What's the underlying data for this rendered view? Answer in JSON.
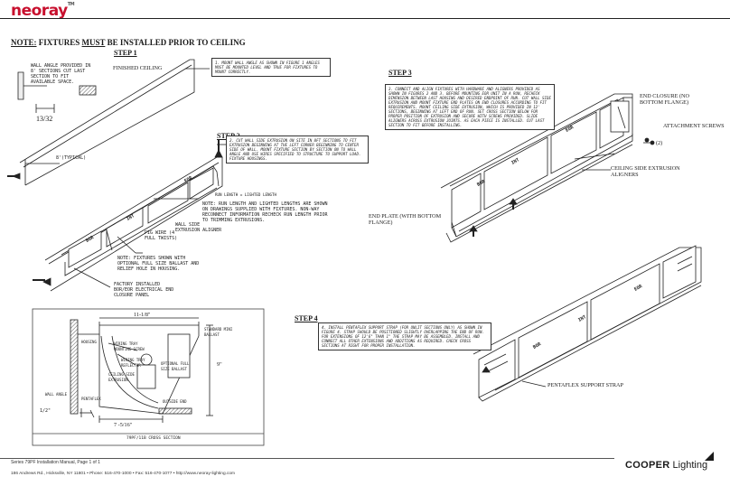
{
  "brand": {
    "logo": "neoray",
    "mark": "TM",
    "company": "COOPER",
    "company_suffix": "Lighting"
  },
  "note": {
    "prefix": "NOTE:",
    "text_a": " FIXTURES ",
    "must": "MUST",
    "text_b": " BE INSTALLED PRIOR TO CEILING"
  },
  "step1": {
    "title": "STEP 1",
    "instruction": "1. MOUNT WALL ANGLE AS SHOWN IN FIGURE 1 ANGLES MUST BE MOUNTED LEVEL AND TRUE FOR FIXTURES TO MOUNT CORRECTLY.",
    "wall_angle": "WALL ANGLE PROVIDED IN 8' SECTIONS CUT LAST SECTION TO FIT AVAILABLE SPACE.",
    "finished_ceiling": "FINISHED CEILING",
    "dimension": "13/32",
    "typical": "8'(TYPICAL)"
  },
  "step2": {
    "title": "STEP 2",
    "instruction": "2. CUT WALL SIDE EXTRUSION ON SITE IN 8FT SECTIONS TO FIT EXTRUSION BEGINNING AT THE LEFT CORNER BEGINNING TO CENTER SIDE OF WALL. MOUNT FIXTURE SECTION BY SECTION ON TO WALL ANGLE AND USE WIRES SPECIFIED TO STRUCTURE TO SUPPORT LOAD. FIXTURE HOUSINGS.",
    "run_length": "RUN LENGTH  =  LIGHTED LENGTH",
    "note_run": "NOTE: RUN LENGTH AND LIGHTED LENGTHS ARE SHOWN ON DRAWINGS SUPPLIED WITH FIXTURES. NON-WAY RECONNECT INFORMATION RECHECK RUN LENGTH PRIOR TO TRIMMING EXTRUSIONS.",
    "wall_side": "WALL SIDE EXTRUSION ALIGNER",
    "pig_wire": "PIG WIRE (4 FULL TWISTS)",
    "note_fixtures": "NOTE: FIXTURES SHOWN WITH OPTIONAL FULL SIZE BALLAST AND RELIEF HOLE IN HOUSING.",
    "factory": "FACTORY INSTALLED BOR/EOR ELECTRICAL END CLOSURE PANEL",
    "bor": "BOR",
    "int": "INT",
    "eor": "EOR"
  },
  "step3": {
    "title": "STEP 3",
    "instruction": "3. CONNECT AND ALIGN FIXTURES WITH HARDWARE AND ALIGNERS PROVIDED AS SHOWN IN FIGURES 2 AND 3. BEFORE MOUNTING EOR UNIT IN A RUN, RECHECK DIMENSION BETWEEN LAST HOUSING AND DESIRED ENDPOINT OF RUN. CUT WALL SIDE EXTRUSION AND MOUNT FIXTURE END PLATES ON END CLOSURES ACCORDING TO FIT REQUIREMENTS. MOUNT CEILING SIDE EXTRUSION, WHICH IS PROVIDED IN 12' SECTIONS, BEGINNING AT LEFT END OF RUN. SET CROSS SECTION BELOW FOR PROPER POSITION OF EXTRUSION AND SECURE WITH SCREWS PROVIDED. SLIDE ALIGNERS ACROSS EXTRUSION JOINTS. AS EACH PIECE IS INSTALLED. CUT LAST SECTION TO FIT BEFORE INSTALLING.",
    "end_closure": "END CLOSURE (NO BOTTOM FLANGE)",
    "attachment": "ATTACHMENT SCREWS",
    "qty": "(2)",
    "ceiling_side": "CEILING SIDE EXTRUSION ALIGNERS",
    "end_plate": "END PLATE (WITH BOTTOM FLANGE)",
    "bor": "BOR",
    "int": "INT",
    "eor": "EOR"
  },
  "step4": {
    "title": "STEP 4",
    "instruction": "4. INSTALL PENTAFLEX SUPPORT STRAP (FOR UNLIT SECTIONS ONLY) AS SHOWN IN FIGURE 4. STRAP SHOULD BE POSITIONED SLIGHTLY OVERLAPPING THE END OF RUN. FOR EXTENSIONS OF 12'6\" THAN 1\" THE STRAP MAY BE ASSEMBLED. INSTALL AND CONNECT ALL OTHER EXTENSIONS AND ADDITIONS AS REQUIRED. CHECK CROSS SECTIONS AT RIGHT FOR PROPER INSTALLATION.",
    "pentaflex": "PENTAFLEX SUPPORT STRAP",
    "bor": "BOR",
    "int": "INT",
    "eor": "EOR"
  },
  "cross_section": {
    "width_top": "11-1/8\"",
    "height": "9\"",
    "width_bottom": "7 -5/16\"",
    "dim_half": "1/2\"",
    "housing": "HOUSING",
    "standard_ballast": "STANDARD MINI BALLAST",
    "wiring_tray": "WIRING TRAY MOUNTING SCREW",
    "wiring_tray_reflector": "WIRING TRAY REFLECTOR",
    "ceiling_side": "CEILING SIDE EXTRUSION",
    "optional_ballast": "OPTIONAL FULL SIZE BALLAST",
    "wall_angle": "WALL ANGLE",
    "pentaflex": "PENTAFLEX",
    "outside_end": "OUTSIDE END",
    "caption": "79PF/11B CROSS SECTION"
  },
  "footer": {
    "series": "Series 79PF Installation Manual, Page 1 of 1",
    "address": "186 Andrews Rd., Hicksville, NY 11801 • Phone: 516-470-1000 • Fax: 516-470-1077 • http://www.neoray-lighting.com"
  },
  "colors": {
    "brand_red": "#c8102e",
    "ink": "#1a1a1a"
  }
}
